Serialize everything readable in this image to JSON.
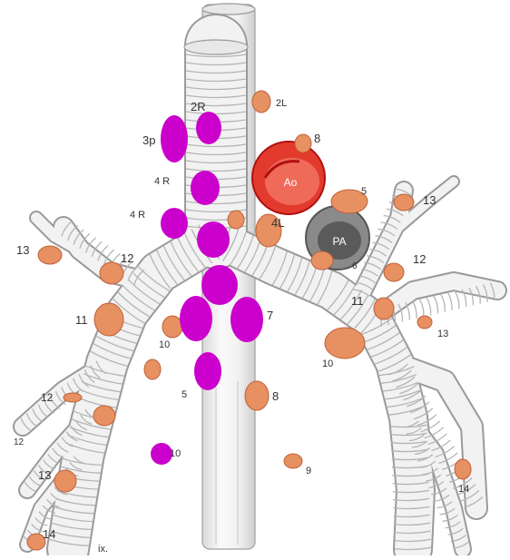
{
  "colors": {
    "airway_fill": "#f1f1f1",
    "airway_stroke": "#9a9a9a",
    "ring_stroke": "#b8b8b8",
    "node_fill": "#e79061",
    "node_stroke": "#c0603a",
    "highlight_node": "#cc00cc",
    "aorta_red": "#dd1a1a",
    "pulmonary_gray": "#7a7a7a",
    "label_text": "#333333"
  },
  "station_labels": {
    "l_2R": "2R",
    "l_2L": "2L",
    "l_3p": "3p",
    "l_3a": "8",
    "l_4R_upper": "4 R",
    "l_4R_lower": "4 R",
    "l_4L": "4L",
    "l_5": "5",
    "l_6": "6",
    "l_7": "7",
    "l_8": "8",
    "l_9": "9",
    "l_10L": "10",
    "l_10R": "10",
    "l_11R": "11",
    "l_11L": "11",
    "l_12R": "12",
    "l_12L": "12",
    "l_12R_lower": "12",
    "l_13R": "13",
    "l_13L": "13",
    "l_13L_lower": "13",
    "l_13R_lower": "13",
    "l_14R": "14",
    "l_14L": "14",
    "l_5_lower": "5",
    "l_10L_center": "10",
    "l_12R_small": "12",
    "l_bottom": "ix."
  },
  "vessel_labels": {
    "aorta": "Ao",
    "pulmonary_artery": "PA"
  }
}
